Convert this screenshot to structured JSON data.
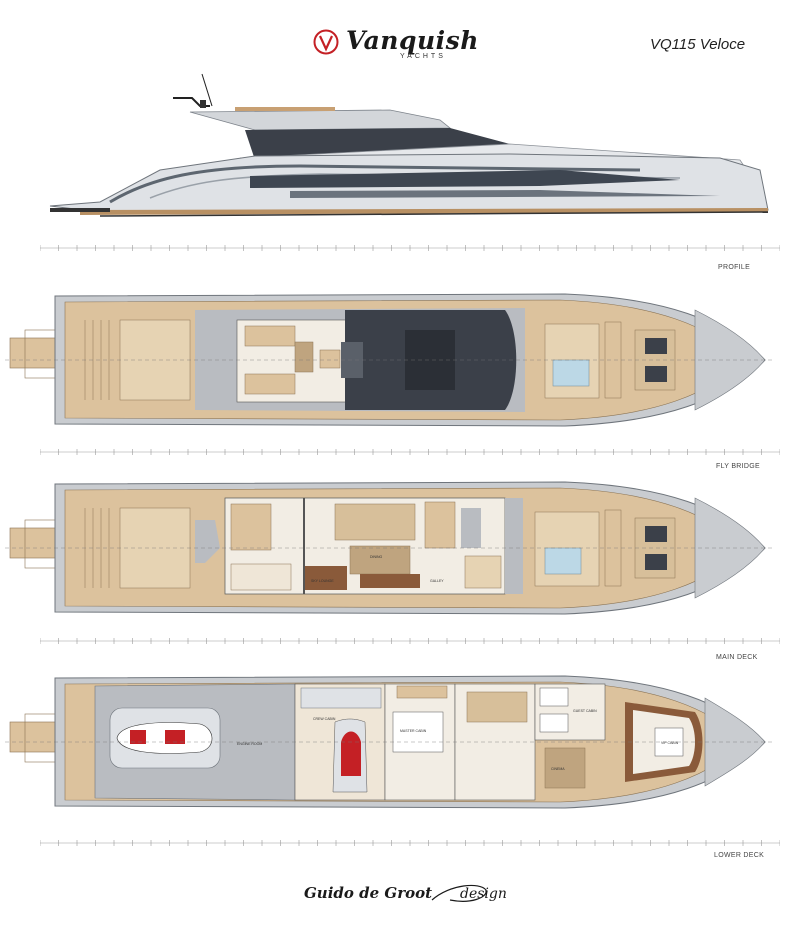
{
  "header": {
    "brand": "Vanquish",
    "brand_sub": "YACHTS",
    "model": "VQ115  Veloce"
  },
  "decks": [
    {
      "label": "PROFILE"
    },
    {
      "label": "FLY BRIDGE"
    },
    {
      "label": "MAIN DECK"
    },
    {
      "label": "LOWER DECK"
    }
  ],
  "room_labels": {
    "sky_lounge": "SKY LOUNGE",
    "dining": "DINING",
    "galley": "GALLEY",
    "master": "MASTER CABIN",
    "vip": "VIP CABIN",
    "guest": "GUEST CABIN",
    "crew": "CREW CABIN",
    "engine": "ENGINE ROOM",
    "cinema": "CINEMA"
  },
  "footer": {
    "designer": "Guido de Groot",
    "designer_suffix": "design"
  },
  "colors": {
    "teak": "#dcc29d",
    "hull_grey": "#c9ccd0",
    "dark_glass": "#3b4049",
    "red": "#c42025"
  }
}
